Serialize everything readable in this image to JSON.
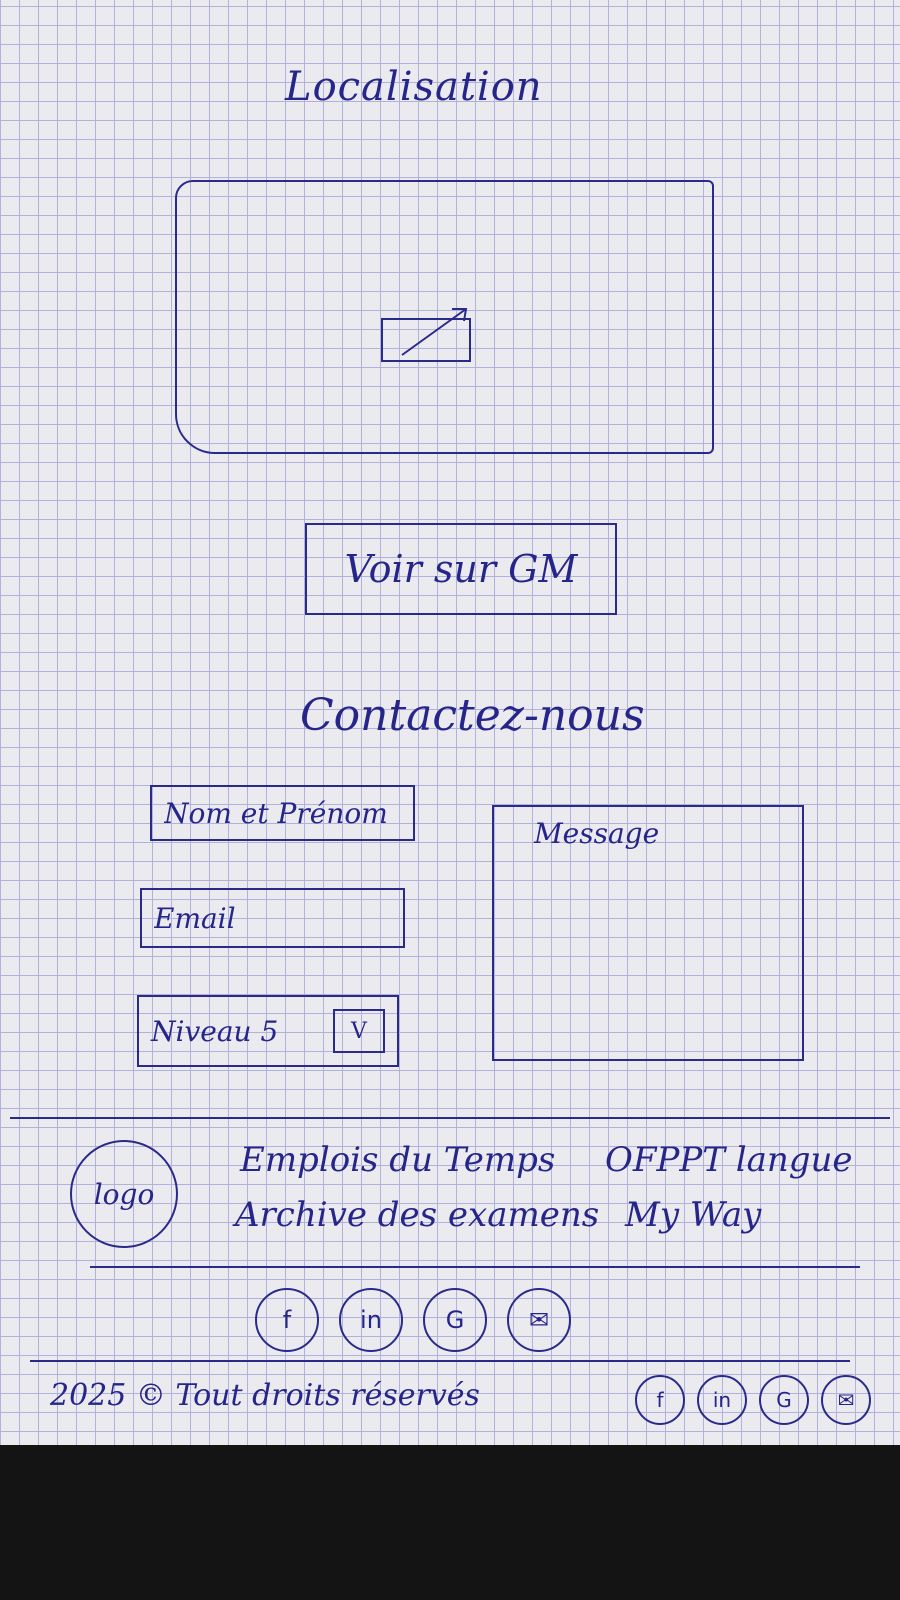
{
  "localisation": {
    "title": "Localisation",
    "map_icon": "image-placeholder-icon",
    "gm_button_label": "Voir sur GM"
  },
  "contact": {
    "title": "Contactez-nous",
    "name_placeholder": "Nom et Prénom",
    "email_placeholder": "Email",
    "level_value": "Niveau 5",
    "level_chevron": "V",
    "message_placeholder": "Message"
  },
  "footer": {
    "logo_label": "logo",
    "links": [
      "Emplois du Temps",
      "Archive des examens",
      "OFPPT langue",
      "My Way"
    ],
    "social_icons": [
      {
        "name": "facebook-icon",
        "glyph": "f"
      },
      {
        "name": "linkedin-icon",
        "glyph": "in"
      },
      {
        "name": "google-icon",
        "glyph": "G"
      },
      {
        "name": "mail-icon",
        "glyph": "✉"
      }
    ],
    "copyright": "2025 © Tout droits réservés"
  }
}
